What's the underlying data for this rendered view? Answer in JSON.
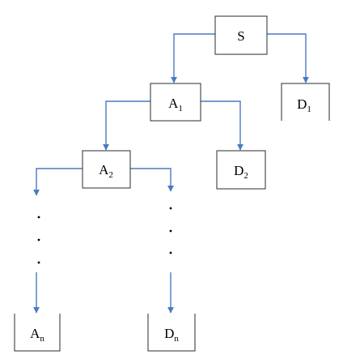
{
  "colors": {
    "connector": "#4a7bc0",
    "box_border": "#2b2b2b",
    "text": "#000000"
  },
  "nodes": {
    "s": {
      "base": "S",
      "sub": ""
    },
    "a1": {
      "base": "A",
      "sub": "1"
    },
    "d1": {
      "base": "D",
      "sub": "1"
    },
    "a2": {
      "base": "A",
      "sub": "2"
    },
    "d2": {
      "base": "D",
      "sub": "2"
    },
    "an": {
      "base": "A",
      "sub": "n"
    },
    "dn": {
      "base": "D",
      "sub": "n"
    }
  }
}
